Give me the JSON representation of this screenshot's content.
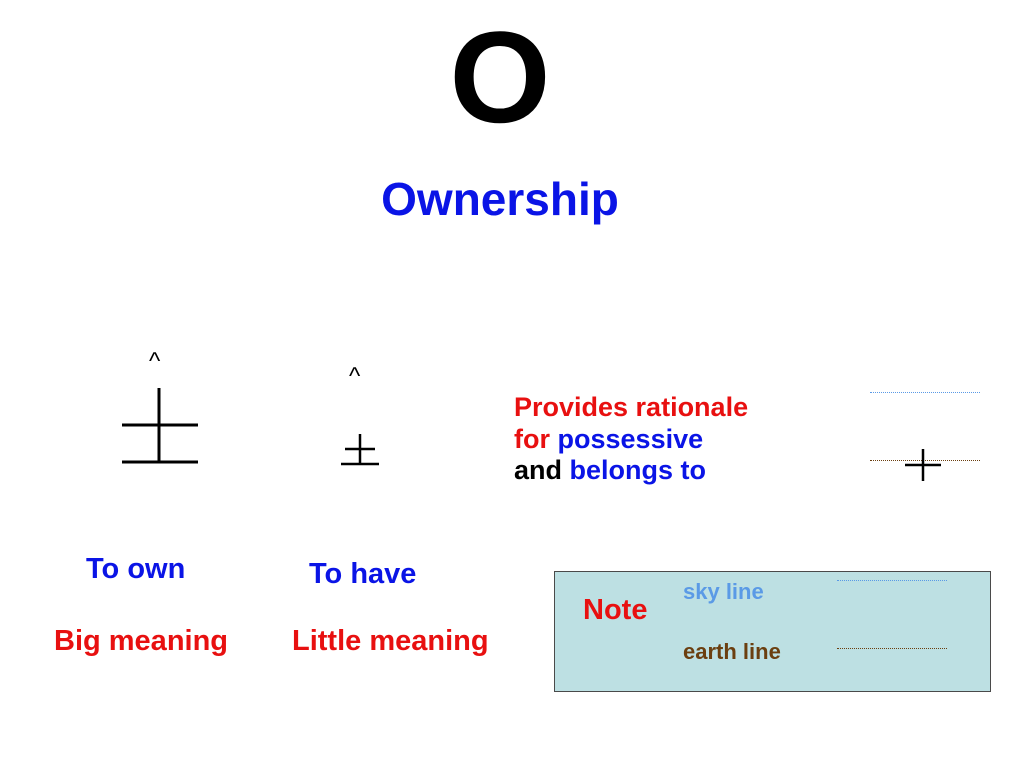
{
  "slide": {
    "big_letter": "O",
    "title": "Ownership"
  },
  "characters": {
    "own": {
      "caret": "^",
      "label": "To own",
      "meaning": "Big meaning"
    },
    "have": {
      "caret": "^",
      "label": "To have",
      "meaning": "Little meaning"
    }
  },
  "rationale": {
    "line1": "Provides rationale",
    "line2_part1": "for",
    "line2_part2": "possessive",
    "line3_part1": "and",
    "line3_part2": "belongs to"
  },
  "note": {
    "title": "Note",
    "sky_line": "sky line",
    "earth_line": "earth line"
  },
  "colors": {
    "title_blue": "#0a14e6",
    "accent_red": "#e81010",
    "sky_blue": "#5a9ae6",
    "earth_brown": "#6b3f10",
    "note_bg": "#bde0e3"
  }
}
